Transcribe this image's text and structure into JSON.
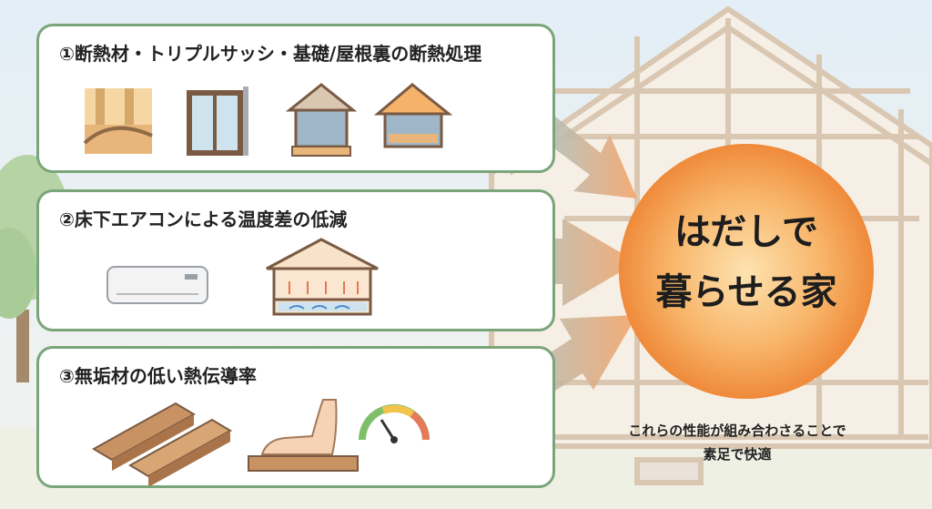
{
  "cards": [
    {
      "title": "①断熱材・トリプルサッシ・基礎/屋根裏の断熱処理",
      "icons": [
        "insulation-icon",
        "triple-sash-window-icon",
        "foundation-insulation-house-icon",
        "roof-insulation-house-icon"
      ]
    },
    {
      "title": "②床下エアコンによる温度差の低減",
      "icons": [
        "air-conditioner-icon",
        "underfloor-airflow-house-icon"
      ]
    },
    {
      "title": "③無垢材の低い熱伝導率",
      "icons": [
        "wood-planks-icon",
        "foot-on-wood-icon",
        "thermal-gauge-icon"
      ]
    }
  ],
  "center": {
    "line1": "はだしで",
    "line2": "暮らせる家"
  },
  "caption": {
    "line1": "これらの性能が組み合わさることで",
    "line2": "素足で快適"
  },
  "colors": {
    "card_border": "#7aa57a",
    "circle_outer": "#f0923e",
    "circle_inner": "#fde3b0",
    "arrow_start": "#8fcfe6",
    "arrow_end": "#f4a46a"
  }
}
